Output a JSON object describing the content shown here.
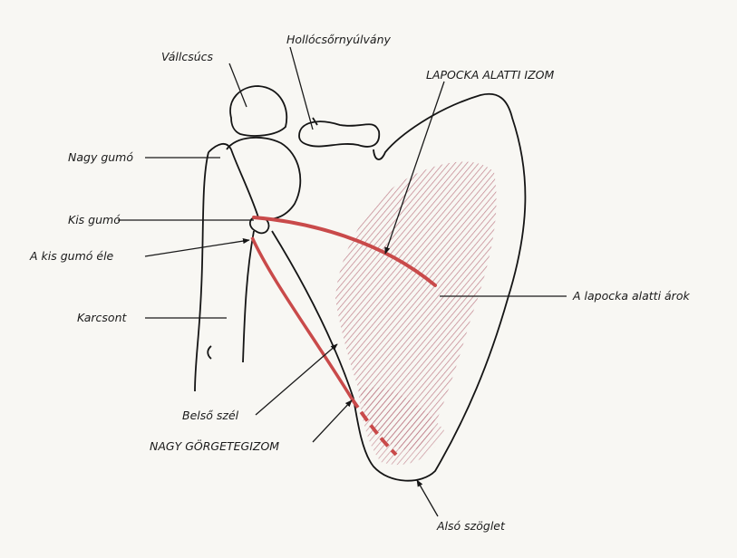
{
  "title": "Lapocka alatti izom és nagy görgetegizom",
  "labels": {
    "vallcsucs": "Vállcsúcs",
    "hollocsor": "Hollócsőrnyúlvány",
    "lapocka_izom": "LAPOCKA ALATTI IZOM",
    "nagy_gumo": "Nagy gumó",
    "kis_gumo": "Kis gumó",
    "kis_gumo_ele": "A kis gumó éle",
    "karcsont": "Karcsont",
    "arok": "A lapocka alatti árok",
    "belso_szel": "Belső szél",
    "nagy_gorgeteg": "NAGY GÖRGETEGIZOM",
    "also_szoglet": "Alsó szöglet"
  },
  "colors": {
    "muscle": "#c94a4a",
    "hatch": "#b56a78",
    "ink": "#151515"
  }
}
